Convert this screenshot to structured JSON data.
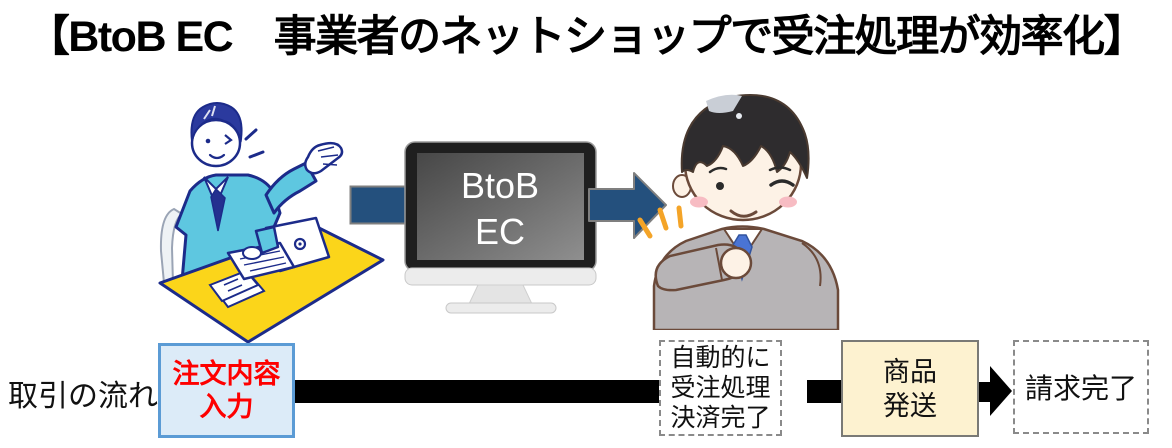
{
  "title": "【BtoB EC　事業者のネットショップで受注処理が効率化】",
  "monitor": {
    "screen_line1": "BtoB",
    "screen_line2": "EC"
  },
  "flow": {
    "label": "取引の流れ",
    "steps": [
      {
        "lines": [
          "注文内容",
          "入力"
        ]
      },
      {
        "lines": [
          "自動的に",
          "受注処理",
          "決済完了"
        ]
      },
      {
        "lines": [
          "商品",
          "発送"
        ]
      },
      {
        "lines": [
          "請求完了"
        ]
      }
    ]
  },
  "icons": {
    "left_illustration": "businessman-at-desk",
    "right_illustration": "winking-businessman",
    "monitor": "desktop-monitor",
    "input_arrow": "blue-right-arrow",
    "output_arrow": "blue-right-arrow-head",
    "flow_arrow": "black-right-arrow"
  },
  "colors": {
    "arrow_blue": "#24507d",
    "flow_arrow_black": "#000000",
    "order_box_border": "#5b9bd5",
    "order_box_bg": "#dcebf8",
    "order_text_red": "#fe0000",
    "shipping_box_bg": "#fdf2d0",
    "dashed_border_gray": "#8a8a8a",
    "desk_yellow": "#fbd51a",
    "suit_light_blue": "#5ec7e0",
    "line_navy": "#1c2b8a"
  }
}
